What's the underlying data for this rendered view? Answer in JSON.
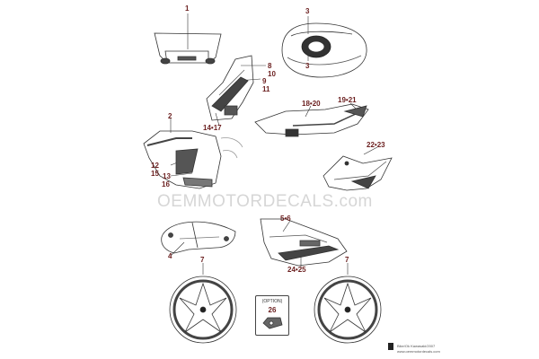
{
  "watermark": "OEMMOTORDECALS.com",
  "option_label": "(OPTION)",
  "credit": {
    "line1": "Bike/Ok  Kawasaki/2007",
    "line2": "www.oemmotordecals.com"
  },
  "callouts": {
    "c1": "1",
    "c3a": "3",
    "c3b": "3",
    "c8_10": "8\n10",
    "c9_11": "9\n11",
    "c18_20": "18•20",
    "c19_21": "19•21",
    "c2": "2",
    "c14_17": "14•17",
    "c12": "12",
    "c15": "15",
    "c13": "13",
    "c16": "16",
    "c22_23": "22•23",
    "c4": "4",
    "c5_6": "5•6",
    "c7a": "7",
    "c7b": "7",
    "c24_25": "24•25",
    "c26": "26"
  }
}
